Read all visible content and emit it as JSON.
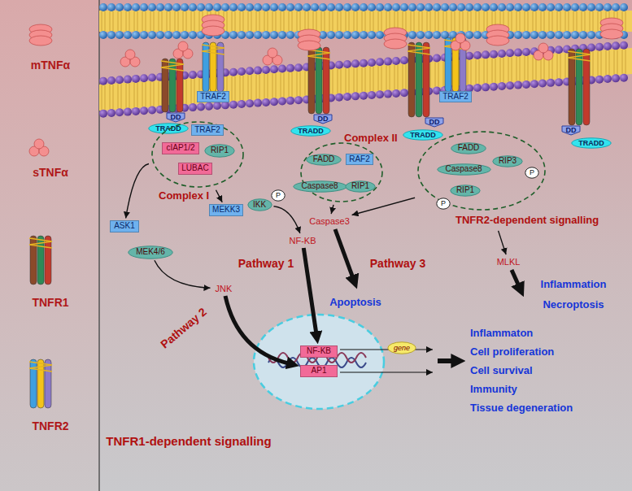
{
  "diagram": {
    "nodes": [
      {
        "text": [
          "DD"
        ]
      },
      {
        "text": [
          "TRADD"
        ]
      },
      {
        "text": [
          "TRAF2"
        ]
      },
      {
        "text": [
          "DD"
        ]
      },
      {
        "text": [
          "TRADD"
        ]
      },
      {
        "text": [
          "DD"
        ]
      },
      {
        "text": [
          "TRADD"
        ]
      },
      {
        "text": [
          "TRAF2"
        ]
      },
      {
        "text": [
          "DD"
        ]
      },
      {
        "text": [
          "TRADD"
        ]
      },
      {
        "text": [
          "Complex I"
        ]
      },
      {
        "text": [
          "TRAF2"
        ],
        "in": 10
      },
      {
        "text": [
          "cIAP1/2"
        ],
        "in": 10
      },
      {
        "text": [
          "RIP1"
        ],
        "in": 10
      },
      {
        "text": [
          "LUBAC"
        ],
        "in": 10
      },
      {
        "text": [
          "Complex II"
        ]
      },
      {
        "text": [
          "FADD"
        ],
        "in": 15
      },
      {
        "text": [
          "RAF2"
        ],
        "in": 15
      },
      {
        "text": [
          "Caspase8"
        ],
        "in": 15
      },
      {
        "text": [
          "RIP1"
        ],
        "in": 15
      },
      {
        "text": [
          "TNFR2-dependent signalling"
        ]
      },
      {
        "text": [
          "FADD"
        ],
        "in": 20
      },
      {
        "text": [
          "Caspase8"
        ],
        "in": 20
      },
      {
        "text": [
          "RIP3"
        ],
        "in": 20
      },
      {
        "text": [
          "RIP1"
        ],
        "in": 20
      },
      {
        "text": [
          "P"
        ],
        "in": 20
      },
      {
        "text": [
          "P"
        ]
      },
      {
        "text": [
          "ASK1"
        ]
      },
      {
        "text": [
          "MEKK3"
        ]
      },
      {
        "text": [
          "IKK"
        ]
      },
      {
        "text": [
          "P"
        ]
      },
      {
        "text": [
          "MEK4/6"
        ]
      },
      {
        "text": [
          "NF-KB"
        ]
      },
      {
        "text": [
          "Caspase3"
        ]
      },
      {
        "text": [
          "MLKL"
        ]
      },
      {
        "text": [
          "JNK"
        ]
      },
      {
        "text": [
          "NF-KB"
        ]
      },
      {
        "text": [
          "AP1"
        ]
      },
      {
        "text": [
          "gene"
        ]
      }
    ],
    "edges": [
      {
        "from": 10,
        "to": 27,
        "arrow": "to"
      },
      {
        "from": 31,
        "to": 35,
        "arrow": "to"
      },
      {
        "from": 35,
        "to": 37,
        "arrow": "to"
      },
      {
        "from": 10,
        "to": 28,
        "arrow": "to"
      },
      {
        "from": 29,
        "to": 32,
        "arrow": "to"
      },
      {
        "from": 32,
        "to": 36,
        "arrow": "to"
      },
      {
        "from": 15,
        "to": 33,
        "arrow": "to"
      },
      {
        "from": 20,
        "to": 33,
        "arrow": "to"
      },
      {
        "from": 20,
        "to": 34,
        "arrow": "to"
      }
    ],
    "labels": [
      "Pathway 1",
      "Pathway 2",
      "Pathway 3",
      "Apoptosis",
      "Inflammation",
      "Necroptosis",
      "Inflammaton",
      "Cell proliferation",
      "Cell survival",
      "Immunity",
      "Tissue degeneration",
      "TNFR1-dependent signalling"
    ],
    "legend": [
      {
        "text": "mTNFα"
      },
      {
        "text": "sTNFα"
      },
      {
        "text": "TNFR1"
      },
      {
        "text": "TNFR2"
      }
    ]
  }
}
